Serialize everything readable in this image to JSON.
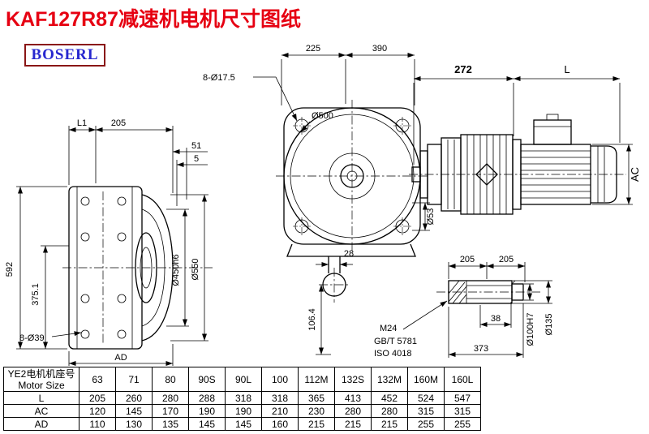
{
  "page": {
    "title": "KAF127R87减速机电机尺寸图纸",
    "logo": "BOSERL"
  },
  "colors": {
    "title": "#e60012",
    "logo_text": "#2727cf",
    "logo_border": "#8a1515"
  },
  "front_view": {
    "dim_225": "225",
    "dim_390": "390",
    "bolt_note": "8-Ø17.5",
    "dia_500": "Ø500",
    "dia_53": "Ø53",
    "dim_28": "28",
    "dim_106_4": "106.4"
  },
  "side_view": {
    "dim_272": "272",
    "dim_L": "L",
    "dim_AC": "AC"
  },
  "left_view": {
    "dim_L1": "L1",
    "dim_205": "205",
    "dim_51": "51",
    "dim_5": "5",
    "dim_592": "592",
    "dim_375_1": "375.1",
    "dia_450": "Ø450h6",
    "dia_550": "Ø550",
    "bolt_note": "8-Ø39",
    "dim_AD": "AD"
  },
  "shaft_detail": {
    "dim_205a": "205",
    "dim_205b": "205",
    "thread": "M24",
    "std1": "GB/T 5781",
    "std2": "ISO 4018",
    "dim_38": "38",
    "dim_373": "373",
    "dia_100": "Ø100H7",
    "dia_135": "Ø135"
  },
  "table": {
    "header_cn": "YE2电机机座号",
    "header_en": "Motor Size",
    "sizes": [
      "63",
      "71",
      "80",
      "90S",
      "90L",
      "100",
      "112M",
      "132S",
      "132M",
      "160M",
      "160L"
    ],
    "rows": [
      {
        "label": "L",
        "values": [
          "205",
          "260",
          "280",
          "288",
          "318",
          "318",
          "365",
          "413",
          "452",
          "524",
          "547"
        ]
      },
      {
        "label": "AC",
        "values": [
          "120",
          "145",
          "170",
          "190",
          "190",
          "210",
          "230",
          "280",
          "280",
          "315",
          "315"
        ]
      },
      {
        "label": "AD",
        "values": [
          "110",
          "130",
          "135",
          "145",
          "145",
          "160",
          "215",
          "215",
          "215",
          "255",
          "255"
        ]
      }
    ]
  }
}
